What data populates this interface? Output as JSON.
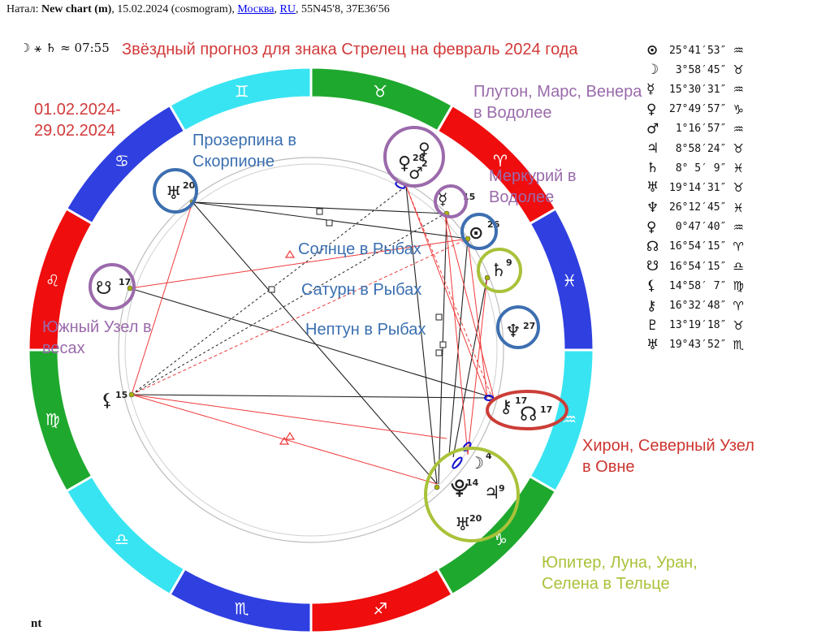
{
  "header": {
    "prefix": "Натал:",
    "chart_name": "New chart (m)",
    "details": ", 15.02.2024 (cosmogram),",
    "city": "Москва",
    "country": "RU",
    "coords": ", 55N45′8, 37E36′56"
  },
  "aspect_info": "☽ ⚹ ♄ ≈ 07:55",
  "headline": "Звёздный прогноз для знака Стрелец на февраль 2024 года",
  "date_range": [
    "01.02.2024-",
    "29.02.2024"
  ],
  "captions": {
    "proserpina": [
      "Прозерпина в",
      "Скорпионе"
    ],
    "pluto_mars_venus": [
      "Плутон, Марс, Венера",
      "в Водолее"
    ],
    "mercury": [
      "Меркурий в",
      "Водолее"
    ],
    "sun": "Солнце в Рыбах",
    "saturn": "Сатурн в Рыбах",
    "neptune": "Нептун в Рыбах",
    "south_node": [
      "Южный Узел в",
      "весах"
    ],
    "chiron_node": [
      "Хирон, Северный Узел",
      "в Овне"
    ],
    "jupiter_moon": [
      "Юпитер, Луна, Уран,",
      "Селена в Тельце"
    ]
  },
  "zodiac_signs": [
    "♓",
    "♈",
    "♉",
    "♊",
    "♋",
    "♌",
    "♍",
    "♎",
    "♏",
    "♐",
    "♑",
    "♒"
  ],
  "zodiac_colors": [
    "#2f3fe0",
    "#ef0d0d",
    "#1fa82e",
    "#38e4f2",
    "#2f3fe0",
    "#ef0d0d",
    "#1fa82e",
    "#38e4f2",
    "#2f3fe0",
    "#ef0d0d",
    "#1fa82e",
    "#38e4f2"
  ],
  "chart_glyphs": {
    "pluto_label": "♀",
    "pluto_deg": "28",
    "mars_label": "♂",
    "mars_deg": "2",
    "venus_label": "♀",
    "mercury_label": "☿",
    "mercury_deg": "15",
    "sun_label": "⊙",
    "sun_deg": "26",
    "saturn_label": "♄",
    "saturn_deg": "9",
    "neptune_label": "♆",
    "neptune_deg": "27",
    "chiron_label": "⚷",
    "chiron_deg": "17",
    "node_label": "☊",
    "node_deg": "17",
    "moon_label": "☽",
    "moon_deg": "4",
    "selena_label": "⯓",
    "selena_deg": "14",
    "jupiter_label": "♃",
    "jupiter_deg": "9",
    "uranus_label": "♅",
    "uranus_deg": "20",
    "proserpina_label": "♅",
    "proserpina_deg": "20",
    "south_node_label": "☋",
    "south_node_deg": "17",
    "lilith_label": "⚸",
    "lilith_deg": "15"
  },
  "positions": [
    {
      "glyph": "⊙",
      "deg": "25°41′53″",
      "sign": "♒"
    },
    {
      "glyph": "☽",
      "deg": " 3°58′45″",
      "sign": "♉"
    },
    {
      "glyph": "☿",
      "deg": "15°30′31″",
      "sign": "♒"
    },
    {
      "glyph": "♀",
      "deg": "27°49′57″",
      "sign": "♑"
    },
    {
      "glyph": "♂",
      "deg": " 1°16′57″",
      "sign": "♒"
    },
    {
      "glyph": "♃",
      "deg": " 8°58′24″",
      "sign": "♉"
    },
    {
      "glyph": "♄",
      "deg": " 8° 5′ 9″",
      "sign": "♓"
    },
    {
      "glyph": "♅",
      "deg": "19°14′31″",
      "sign": "♉"
    },
    {
      "glyph": "♆",
      "deg": "26°12′45″",
      "sign": "♓"
    },
    {
      "glyph": "♀",
      "deg": " 0°47′40″",
      "sign": "♒"
    },
    {
      "glyph": "☊",
      "deg": "16°54′15″",
      "sign": "♈"
    },
    {
      "glyph": "☋",
      "deg": "16°54′15″",
      "sign": "♎"
    },
    {
      "glyph": "⚸",
      "deg": "14°58′ 7″",
      "sign": "♍"
    },
    {
      "glyph": "⚷",
      "deg": "16°32′48″",
      "sign": "♈"
    },
    {
      "glyph": "♇",
      "deg": "13°19′18″",
      "sign": "♉"
    },
    {
      "glyph": "♅",
      "deg": "19°43′52″",
      "sign": "♏"
    }
  ],
  "footer": "nt"
}
